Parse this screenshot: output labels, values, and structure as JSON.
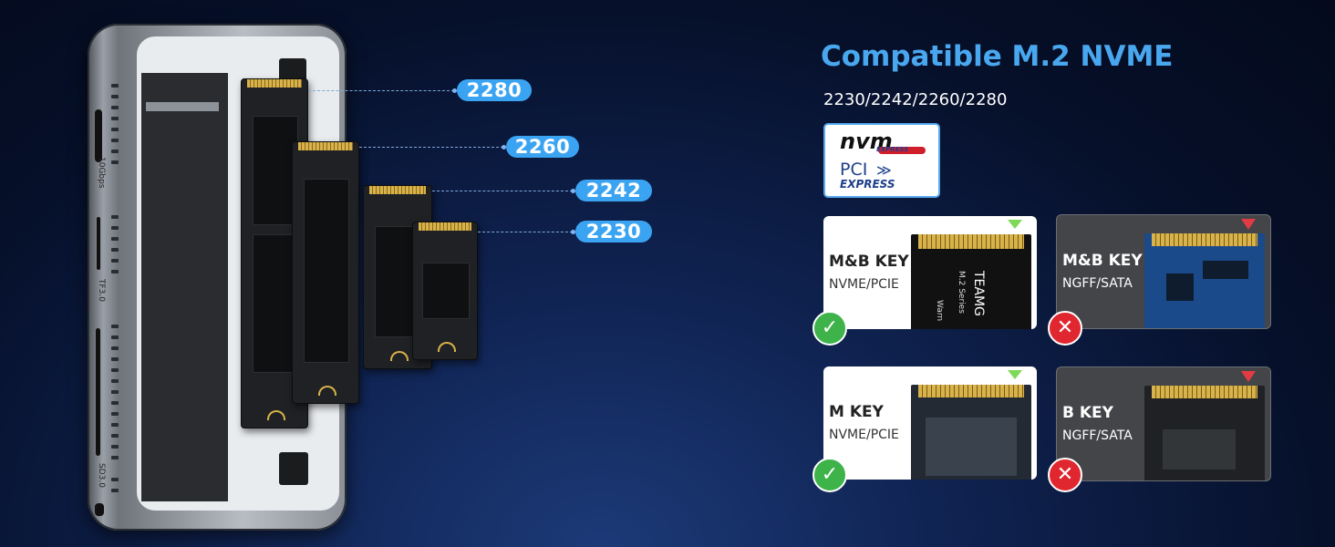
{
  "enclosure": {
    "port_label_top": "10Gbps",
    "port_label_mid": "TF3.0",
    "port_label_bottom": "SD3.0"
  },
  "sizes": [
    "2280",
    "2260",
    "2242",
    "2230"
  ],
  "header": {
    "title": "Compatible M.2 NVME",
    "subtitle": "2230/2242/2260/2280"
  },
  "logos": {
    "nvm": "nvm",
    "express_small": "EXPRESS",
    "pci": "PCI",
    "express": "EXPRESS"
  },
  "keys": [
    {
      "title": "M&B KEY",
      "sub": "NVME/PCIE",
      "compatible": true,
      "badge": "✓"
    },
    {
      "title": "M&B KEY",
      "sub": "NGFF/SATA",
      "compatible": false,
      "badge": "✕"
    },
    {
      "title": "M KEY",
      "sub": "NVME/PCIE",
      "compatible": true,
      "badge": "✓"
    },
    {
      "title": "B KEY",
      "sub": "NGFF/SATA",
      "compatible": false,
      "badge": "✕"
    }
  ],
  "ssd_label": {
    "brand": "TEAMG",
    "series": "M.2 Series",
    "warn": "Warn"
  },
  "colors": {
    "accent": "#3ba4f2",
    "ok": "#3db34a",
    "bad": "#e0262f"
  }
}
